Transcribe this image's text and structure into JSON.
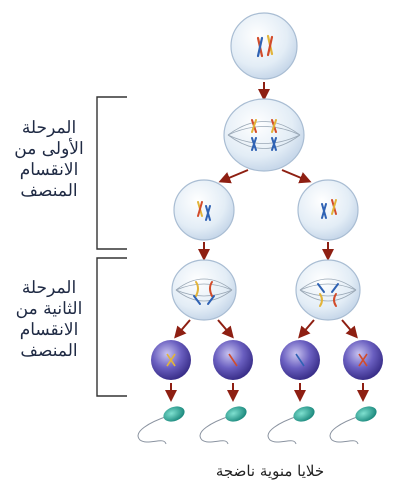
{
  "labels": {
    "meiosis1": [
      "المرحلة",
      "الأولى من",
      "الانقسام",
      "المنصف"
    ],
    "meiosis2": [
      "المرحلة",
      "الثانية من",
      "الانقسام",
      "المنصف"
    ],
    "caption": "خلايا منوية ناضجة"
  },
  "colors": {
    "cell_fill": "#dfeaf4",
    "cell_stroke": "#a9bdd3",
    "arrow": "#8e1f12",
    "bracket": "#333333",
    "spermatid": "#5a52b0",
    "sperm_head": "#2fa59a",
    "chromosome_red": "#d24b2a",
    "chromosome_blue": "#2f62b4",
    "chromosome_yellow": "#e2b43a"
  },
  "icons": [
    "cell-icon",
    "spindle-icon",
    "chromosome-icon",
    "spermatid-icon",
    "sperm-icon",
    "arrow-icon"
  ]
}
